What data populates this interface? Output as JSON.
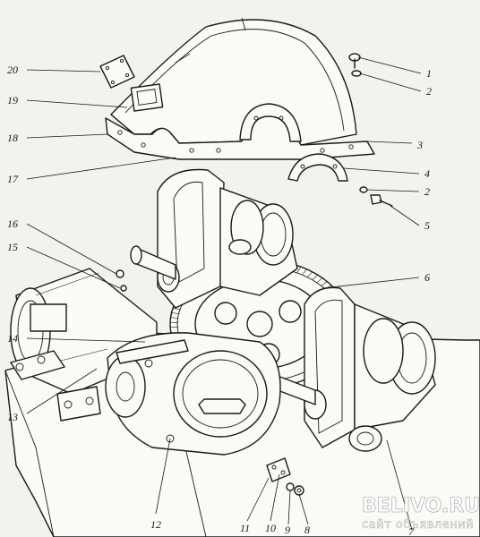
{
  "labels": {
    "l1": "1",
    "l2a": "2",
    "l3": "3",
    "l4": "4",
    "l2b": "2",
    "l5": "5",
    "l6": "6",
    "l7": "7",
    "l8": "8",
    "l9": "9",
    "l10": "10",
    "l11": "11",
    "l12": "12",
    "l13": "13",
    "l14": "14",
    "l15": "15",
    "l16": "16",
    "l17": "17",
    "l18": "18",
    "l19": "19",
    "l20": "20"
  },
  "watermark": {
    "site": "BELIVO.RU",
    "tagline": "сайт объявлений"
  }
}
